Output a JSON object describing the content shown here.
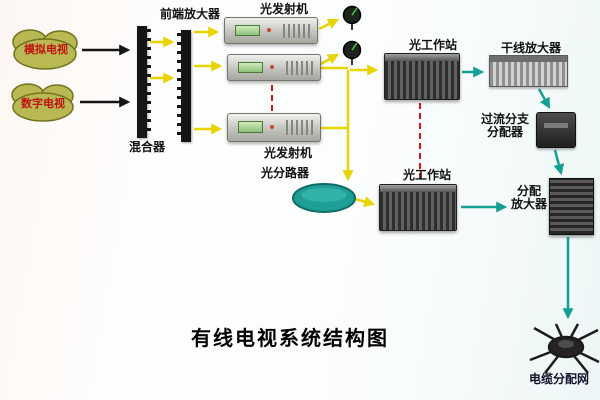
{
  "title": "有线电视系统结构图",
  "sources": {
    "analog_tv": "模拟电视",
    "digital_tv": "数字电视"
  },
  "nodes": {
    "mixer": "混合器",
    "front_amp": "前端放大器",
    "optical_tx_top": "光发射机",
    "optical_tx_bottom": "光发射机",
    "optical_splitter": "光分路器",
    "optical_station_top": "光工作站",
    "optical_station_bottom": "光工作站",
    "trunk_amp": "干线放大器",
    "overcurrent_tap": "过流分支\n分配器",
    "dist_amp": "分配\n放大器",
    "cable_network": "电缆分配网"
  },
  "connections": [
    {
      "from": "模拟电视",
      "to": "混合器",
      "signal": "rf-black"
    },
    {
      "from": "数字电视",
      "to": "混合器",
      "signal": "rf-black"
    },
    {
      "from": "混合器",
      "to": "前端放大器",
      "signal": "rf-yellow"
    },
    {
      "from": "前端放大器",
      "to": "光发射机",
      "signal": "rf-yellow"
    },
    {
      "from": "光发射机",
      "to": "光分路器",
      "signal": "optical-yellow"
    },
    {
      "from": "光发射机",
      "to": "光工作站",
      "signal": "optical-red-dashed"
    },
    {
      "from": "光分路器",
      "to": "光工作站",
      "signal": "optical-yellow"
    },
    {
      "from": "光工作站",
      "to": "干线放大器",
      "signal": "rf-teal"
    },
    {
      "from": "干线放大器",
      "to": "过流分支分配器",
      "signal": "rf-teal"
    },
    {
      "from": "过流分支分配器",
      "to": "分配放大器",
      "signal": "rf-teal"
    },
    {
      "from": "光工作站",
      "to": "分配放大器",
      "signal": "rf-teal"
    },
    {
      "from": "分配放大器",
      "to": "电缆分配网",
      "signal": "rf-teal"
    }
  ],
  "colors": {
    "signal_yellow": "#e8d400",
    "optical_red": "#e01010",
    "rf_teal": "#15a094",
    "source_black": "#151515",
    "cloud_fill": "#b9b954",
    "cloud_text": "#c01111",
    "splitter_teal": "#1f9e96"
  }
}
